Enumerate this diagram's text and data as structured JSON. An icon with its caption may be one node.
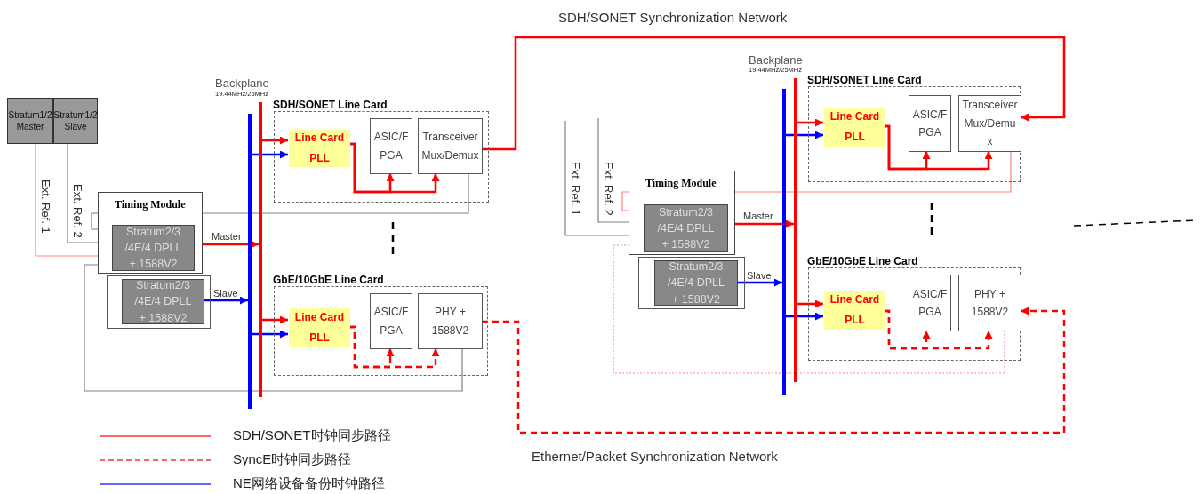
{
  "diagram": {
    "nodes": [
      {
        "text": [
          "Stratum1/2 Master"
        ]
      },
      {
        "text": [
          "Stratum1/2 Slave"
        ]
      },
      {
        "text": [
          "Timing Module"
        ]
      },
      {
        "text": [
          "Stratum2/3 /4E/4 DPLL + 1588V2"
        ],
        "in": 2
      },
      {
        "text": [
          "Stratum2/3 /4E/4 DPLL + 1588V2"
        ],
        "in": 28
      },
      {
        "text": [],
        "shape": "bar"
      },
      {
        "text": [],
        "shape": "bar"
      },
      {
        "text": [
          "SDH/SONET Line Card"
        ]
      },
      {
        "text": [
          "Line Card PLL"
        ],
        "in": 7
      },
      {
        "text": [
          "ASIC/FPGA"
        ],
        "in": 7
      },
      {
        "text": [
          "Transceiver Mux/Demux"
        ],
        "in": 7
      },
      {
        "text": [
          "GbE/10GbE Line Card"
        ]
      },
      {
        "text": [
          "Line Card PLL"
        ],
        "in": 11
      },
      {
        "text": [
          "ASIC/FPGA"
        ],
        "in": 11
      },
      {
        "text": [
          "PHY + 1588V2"
        ],
        "in": 11
      },
      {
        "text": [
          "Timing Module"
        ]
      },
      {
        "text": [
          "Stratum2/3 /4E/4 DPLL + 1588V2"
        ],
        "in": 15
      },
      {
        "text": [
          "Stratum2/3 /4E/4 DPLL + 1588V2"
        ],
        "in": 29
      },
      {
        "text": [],
        "shape": "bar"
      },
      {
        "text": [],
        "shape": "bar"
      },
      {
        "text": [
          "SDH/SONET Line Card"
        ]
      },
      {
        "text": [
          "Line Card PLL"
        ],
        "in": 20
      },
      {
        "text": [
          "ASIC/FPGA"
        ],
        "in": 20
      },
      {
        "text": [
          "Transceiver Mux/Demux"
        ],
        "in": 20
      },
      {
        "text": [
          "GbE/10GbE Line Card"
        ]
      },
      {
        "text": [
          "Line Card PLL"
        ],
        "in": 24
      },
      {
        "text": [
          "ASIC/FPGA"
        ],
        "in": 24
      },
      {
        "text": [
          "PHY + 1588V2"
        ],
        "in": 24
      },
      {
        "text": [],
        "shape": "box"
      },
      {
        "text": [],
        "shape": "box"
      }
    ],
    "edges": [
      {
        "from": 0,
        "to": 3,
        "arrow": "to",
        "label": "Ext. Ref. 1",
        "color": "#ff8080"
      },
      {
        "from": 1,
        "to": 3,
        "arrow": "to",
        "label": "Ext. Ref. 2",
        "color": "#808080"
      },
      {
        "from": 10,
        "to": 3,
        "arrow": "to",
        "color": "#808080"
      },
      {
        "from": 14,
        "to": 3,
        "arrow": "to",
        "color": "#808080"
      },
      {
        "from": 3,
        "to": 6,
        "arrow": "to",
        "label": "Master"
      },
      {
        "from": 4,
        "to": 5,
        "arrow": "to",
        "label": "Slave",
        "color": "#0000ff"
      },
      {
        "from": 6,
        "to": 8,
        "arrow": "to"
      },
      {
        "from": 5,
        "to": 8,
        "arrow": "to",
        "color": "#0000ff"
      },
      {
        "from": 8,
        "to": 9,
        "arrow": "to"
      },
      {
        "from": 8,
        "to": 10,
        "arrow": "to"
      },
      {
        "from": 6,
        "to": 12,
        "arrow": "to"
      },
      {
        "from": 5,
        "to": 12,
        "arrow": "to",
        "color": "#0000ff"
      },
      {
        "from": 12,
        "to": 13,
        "arrow": "to",
        "style": "dashed"
      },
      {
        "from": 12,
        "to": 14,
        "arrow": "to",
        "style": "dashed"
      },
      {
        "from": 10,
        "to": 23,
        "arrow": "to",
        "label": "SDH/SONET Synchronization Network"
      },
      {
        "from": 14,
        "to": 27,
        "arrow": "to",
        "label": "Ethernet/Packet Synchronization Network",
        "style": "dashed"
      },
      {
        "from": null,
        "to": 16,
        "arrow": "to",
        "label": "Ext. Ref. 1",
        "color": "#808080"
      },
      {
        "from": null,
        "to": 16,
        "arrow": "to",
        "label": "Ext. Ref. 2",
        "color": "#808080"
      },
      {
        "from": 23,
        "to": 16,
        "arrow": "to",
        "color": "#ff8080"
      },
      {
        "from": 27,
        "to": 16,
        "arrow": "to",
        "style": "dashed",
        "color": "#ff8080"
      },
      {
        "from": 16,
        "to": 19,
        "arrow": "to",
        "label": "Master"
      },
      {
        "from": 17,
        "to": 18,
        "arrow": "to",
        "label": "Slave",
        "color": "#0000ff"
      },
      {
        "from": 19,
        "to": 21,
        "arrow": "to"
      },
      {
        "from": 18,
        "to": 21,
        "arrow": "to",
        "color": "#0000ff"
      },
      {
        "from": 21,
        "to": 22,
        "arrow": "to"
      },
      {
        "from": 21,
        "to": 23,
        "arrow": "to"
      },
      {
        "from": 19,
        "to": 25,
        "arrow": "to"
      },
      {
        "from": 18,
        "to": 25,
        "arrow": "to",
        "color": "#0000ff"
      },
      {
        "from": 25,
        "to": 26,
        "arrow": "to",
        "style": "dashed"
      },
      {
        "from": 25,
        "to": 27,
        "arrow": "to",
        "style": "dashed"
      }
    ],
    "labels": [
      "Backplane",
      "19.44MHz/25MHz",
      "Backplane",
      "19.44MHz/25MHz"
    ],
    "legend": [
      {
        "text": "SDH/SONET时钟同步路径"
      },
      {
        "text": "SyncE时钟同步路径"
      },
      {
        "text": "NE网络设备备份时钟路径"
      }
    ]
  }
}
